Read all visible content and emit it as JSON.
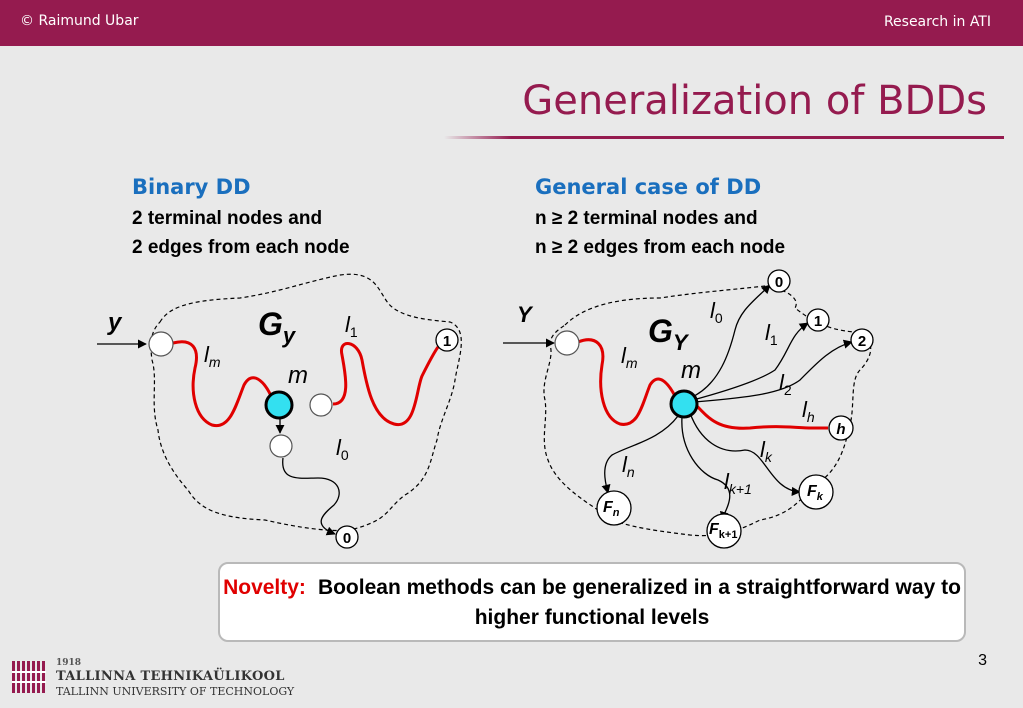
{
  "header": {
    "copyright": "© Raimund Ubar",
    "right_text": "Research in ATI"
  },
  "slide": {
    "title": "Generalization of BDDs",
    "page_number": "3"
  },
  "left": {
    "heading": "Binary DD",
    "line1": "2 terminal nodes and",
    "line2": "2 edges from each node",
    "input_label": "y",
    "graph_label": "G",
    "graph_label_sub": "y",
    "node_label": "m",
    "path_m": "l",
    "path_m_sub": "m",
    "path_1": "l",
    "path_1_sub": "1",
    "path_0": "l",
    "path_0_sub": "0",
    "terminal_1": "1",
    "terminal_0": "0"
  },
  "right": {
    "heading": "General case of DD",
    "line1": "n ≥ 2 terminal nodes and",
    "line2": "n ≥ 2 edges from each node",
    "input_label": "Y",
    "graph_label": "G",
    "graph_label_sub": "Y",
    "node_label": "m",
    "path_m": "l",
    "path_m_sub": "m",
    "path_0": "l",
    "path_0_sub": "0",
    "path_1": "l",
    "path_1_sub": "1",
    "path_2": "l",
    "path_2_sub": "2",
    "path_h": "l",
    "path_h_sub": "h",
    "path_k": "l",
    "path_k_sub": "k",
    "path_k1": "l",
    "path_k1_sub": "k+1",
    "path_n": "l",
    "path_n_sub": "n",
    "terminal_0": "0",
    "terminal_1": "1",
    "terminal_2": "2",
    "terminal_h": "h",
    "terminal_fk": "F",
    "terminal_fk_sub": "k",
    "terminal_fk1": "F",
    "terminal_fk1_sub": "k+1",
    "terminal_fn": "F",
    "terminal_fn_sub": "n"
  },
  "novelty": {
    "label": "Novelty:",
    "text": "Boolean methods can be generalized in a straightforward way to higher functional levels"
  },
  "footer": {
    "logo_year": "1918",
    "logo_estonian": "TALLINNA TEHNIKAÜLIKOOL",
    "logo_english": "TALLINN UNIVERSITY OF TECHNOLOGY"
  },
  "colors": {
    "brand": "#951b4f",
    "heading": "#1a6fbe",
    "path": "#e00000",
    "active_node": "#33e0f0"
  }
}
